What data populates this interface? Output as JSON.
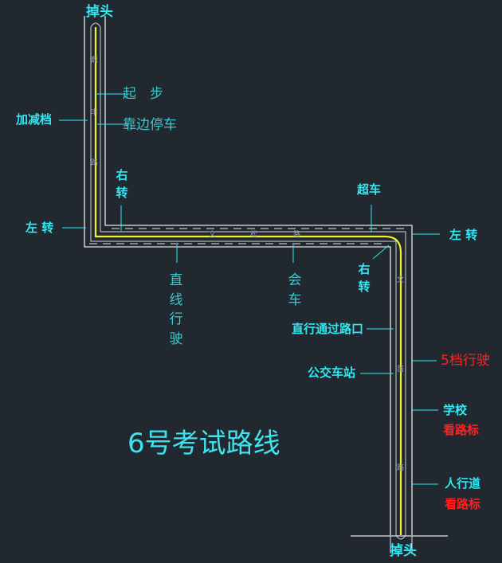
{
  "title": "6号考试路线",
  "ends": {
    "top": "掉头",
    "bottom": "掉头"
  },
  "roads": {
    "vertical_left": [
      "鼎",
      "丰",
      "路"
    ],
    "horizontal": [
      "文",
      "松",
      "路"
    ],
    "vertical_right": [
      "文",
      "苗",
      "路"
    ]
  },
  "labels": {
    "start": "起　步",
    "gear_change": "加减档",
    "pull_over": "靠边停车",
    "right_turn_1": "右转",
    "left_turn_1": "左 转",
    "overtake": "超车",
    "left_turn_2": "左 转",
    "straight_drive": "直线行驶",
    "meet_car": "会车",
    "right_turn_2": "右转",
    "intersection": "直行通过路口",
    "bus_stop": "公交车站",
    "fifth_gear": "5档行驶",
    "school": "学校",
    "school_sign": "看路标",
    "crosswalk": "人行道",
    "crosswalk_sign": "看路标"
  },
  "colors": {
    "background": "#212830",
    "road_edge": "#e6e6e6",
    "center_line": "#f2f22a",
    "leader": "#2ee8f2",
    "label_bold": "#2ee8f2",
    "label_plain": "#3ec9cf",
    "warning": "#ff2020"
  }
}
